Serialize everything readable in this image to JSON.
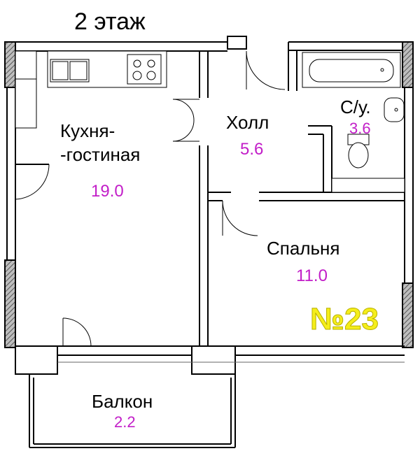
{
  "floor_title": "2 этаж",
  "apartment_number": "№23",
  "rooms": {
    "kitchen": {
      "name_line1": "Кухня-",
      "name_line2": "-гостиная",
      "area": "19.0"
    },
    "hall": {
      "name": "Холл",
      "area": "5.6"
    },
    "bathroom": {
      "name": "С/у.",
      "area": "3.6"
    },
    "bedroom": {
      "name": "Спальня",
      "area": "11.0"
    },
    "balcony": {
      "name": "Балкон",
      "area": "2.2"
    }
  },
  "colors": {
    "area_text": "#c21ec8",
    "apartment_number": "#f5ee1a",
    "walls": "#000000",
    "window_hatch": "#8a8a8a"
  }
}
